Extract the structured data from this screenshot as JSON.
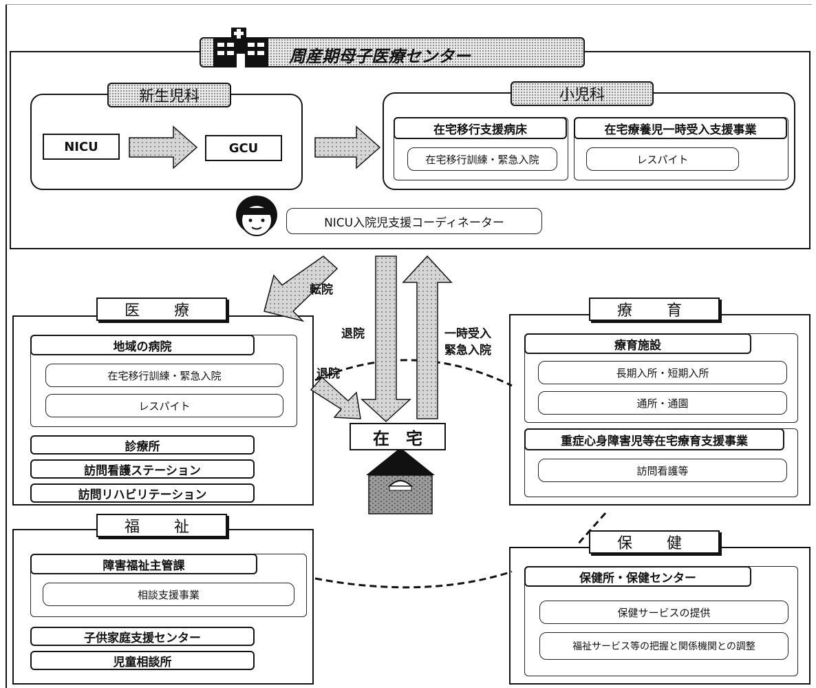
{
  "center": {
    "title": "周産期母子医療センター",
    "neonatal": {
      "label": "新生児科",
      "nicu": "NICU",
      "gcu": "GCU"
    },
    "pediatrics": {
      "label": "小児科",
      "ward": {
        "title": "在宅移行支援病床",
        "item": "在宅移行訓練・緊急入院"
      },
      "respite": {
        "title": "在宅療養児一時受入支援事業",
        "item": "レスパイト"
      }
    },
    "coordinator": "NICU入院児支援コーディネーター"
  },
  "arrows": {
    "transfer": "転院",
    "discharge_main": "退院",
    "discharge_side": "退院",
    "temporary": "一時受入",
    "emergency": "緊急入院"
  },
  "home": {
    "label": "在　宅"
  },
  "medical": {
    "label": "医　療",
    "hospital": {
      "title": "地域の病院",
      "items": [
        "在宅移行訓練・緊急入院",
        "レスパイト"
      ]
    },
    "others": [
      "診療所",
      "訪問看護ステーション",
      "訪問リハビリテーション"
    ]
  },
  "welfare": {
    "label": "福　祉",
    "dept": {
      "title": "障害福祉主管課",
      "item": "相談支援事業"
    },
    "others": [
      "子供家庭支援センター",
      "児童相談所"
    ]
  },
  "rehab": {
    "label": "療　育",
    "facility": {
      "title": "療育施設",
      "items": [
        "長期入所・短期入所",
        "通所・通園"
      ]
    },
    "program": {
      "title": "重症心身障害児等在宅療育支援事業",
      "item": "訪問看護等"
    }
  },
  "health": {
    "label": "保　健",
    "center": {
      "title": "保健所・保健センター",
      "items": [
        "保健サービスの提供",
        "福祉サービス等の把握と関係機関との調整"
      ]
    }
  }
}
